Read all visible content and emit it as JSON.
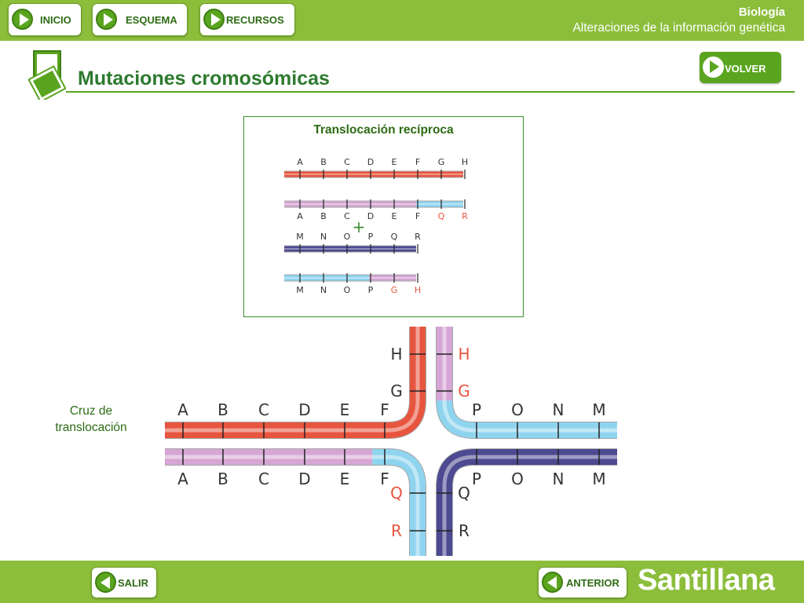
{
  "header": {
    "nav": [
      {
        "label": "INICIO"
      },
      {
        "label": "ESQUEMA"
      },
      {
        "label": "RECURSOS"
      }
    ],
    "subject": "Biología",
    "topic": "Alteraciones de la información genética"
  },
  "page": {
    "title": "Mutaciones cromosómicas",
    "volver_label": "VOLVER"
  },
  "panel": {
    "title": "Translocación recíproca",
    "plus_symbol": "+",
    "rows": [
      {
        "labels": [
          "A",
          "B",
          "C",
          "D",
          "E",
          "F",
          "G",
          "H"
        ],
        "label_colors": [
          "#333",
          "#333",
          "#333",
          "#333",
          "#333",
          "#333",
          "#333",
          "#333"
        ],
        "label_pos": "above",
        "segments": [
          {
            "from": 0,
            "to": 8,
            "color": "#e8553f"
          }
        ]
      },
      {
        "labels": [
          "A",
          "B",
          "C",
          "D",
          "E",
          "F",
          "Q",
          "R"
        ],
        "label_colors": [
          "#333",
          "#333",
          "#333",
          "#333",
          "#333",
          "#333",
          "#e8553f",
          "#e8553f"
        ],
        "label_pos": "below",
        "segments": [
          {
            "from": 0,
            "to": 6,
            "color": "#d6a6d4"
          },
          {
            "from": 6,
            "to": 8,
            "color": "#8fd4ef"
          }
        ]
      },
      {
        "labels": [
          "M",
          "N",
          "O",
          "P",
          "Q",
          "R"
        ],
        "label_colors": [
          "#333",
          "#333",
          "#333",
          "#333",
          "#333",
          "#333"
        ],
        "label_pos": "above",
        "segments": [
          {
            "from": 0,
            "to": 6,
            "color": "#4c4a90"
          }
        ]
      },
      {
        "labels": [
          "M",
          "N",
          "O",
          "P",
          "G",
          "H"
        ],
        "label_colors": [
          "#333",
          "#333",
          "#333",
          "#333",
          "#e8553f",
          "#e8553f"
        ],
        "label_pos": "below",
        "segments": [
          {
            "from": 0,
            "to": 4,
            "color": "#8fd4ef"
          },
          {
            "from": 4,
            "to": 6,
            "color": "#d6a6d4"
          }
        ]
      }
    ]
  },
  "cross": {
    "label": "Cruz de translocación",
    "top_left_row": [
      "A",
      "B",
      "C",
      "D",
      "E",
      "F"
    ],
    "bottom_left_row": [
      "A",
      "B",
      "C",
      "D",
      "E",
      "F"
    ],
    "top_right_row": [
      "P",
      "O",
      "N",
      "M"
    ],
    "bottom_right_row": [
      "P",
      "O",
      "N",
      "M"
    ],
    "top_left_col": [
      "H",
      "G"
    ],
    "top_right_col": [
      "H",
      "G"
    ],
    "bottom_left_col": [
      "Q",
      "R"
    ],
    "bottom_right_col": [
      "Q",
      "R"
    ],
    "colors": {
      "red": "#e8553f",
      "pink": "#d6a6d4",
      "blue": "#8fd4ef",
      "navy": "#4c4a90",
      "highlight": "#e8553f",
      "text": "#333"
    }
  },
  "footer": {
    "salir_label": "SALIR",
    "anterior_label": "ANTERIOR",
    "brand": "Santillana"
  }
}
